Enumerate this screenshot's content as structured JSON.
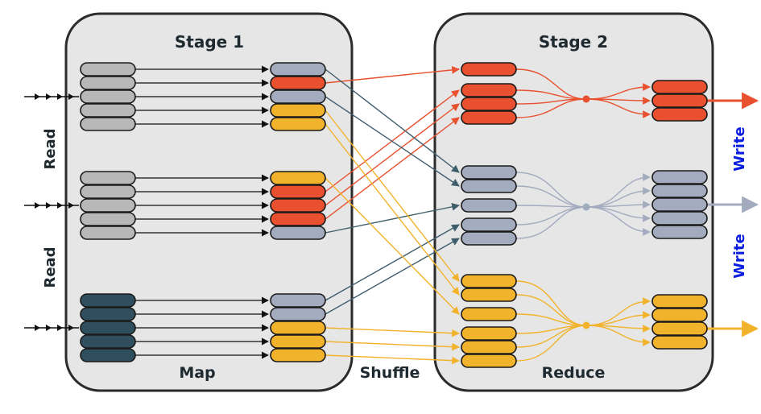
{
  "labels": {
    "stage1_title": "Stage 1",
    "stage2_title": "Stage 2",
    "map": "Map",
    "shuffle": "Shuffle",
    "reduce": "Reduce",
    "read_top": "Read",
    "read_bottom": "Read",
    "write_top": "Write",
    "write_bottom": "Write"
  },
  "colors": {
    "panel_fill": "#e6e6e6",
    "panel_stroke": "#2b2b2b",
    "gray": "#b8b8b8",
    "dark": "#2f4f5e",
    "blue": "#a3abbf",
    "red": "#e8502f",
    "yellow": "#f2b32c",
    "black": "#111111",
    "write_text": "#0a1ee0"
  }
}
